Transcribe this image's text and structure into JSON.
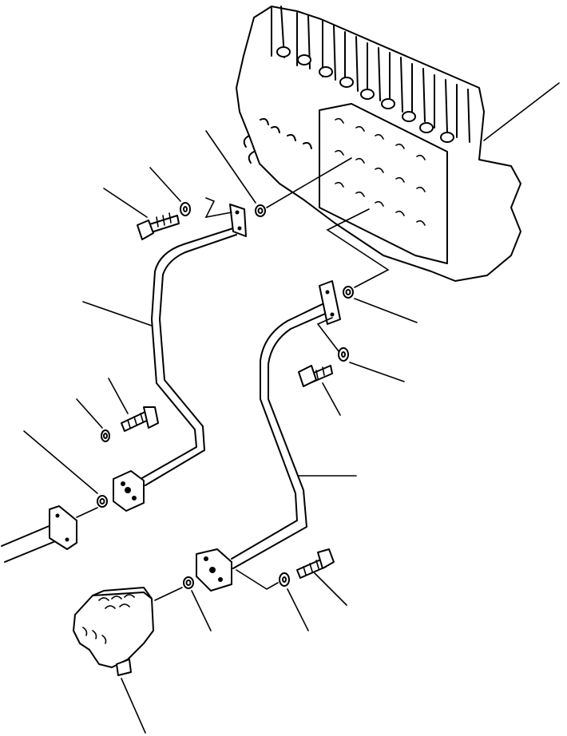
{
  "diagram": {
    "parts": [
      "control-valve",
      "upper-tube",
      "lower-tube",
      "pump",
      "bolt",
      "washer",
      "o-ring",
      "flange",
      "hose"
    ],
    "line_color": "#000000",
    "background": "#ffffff"
  }
}
